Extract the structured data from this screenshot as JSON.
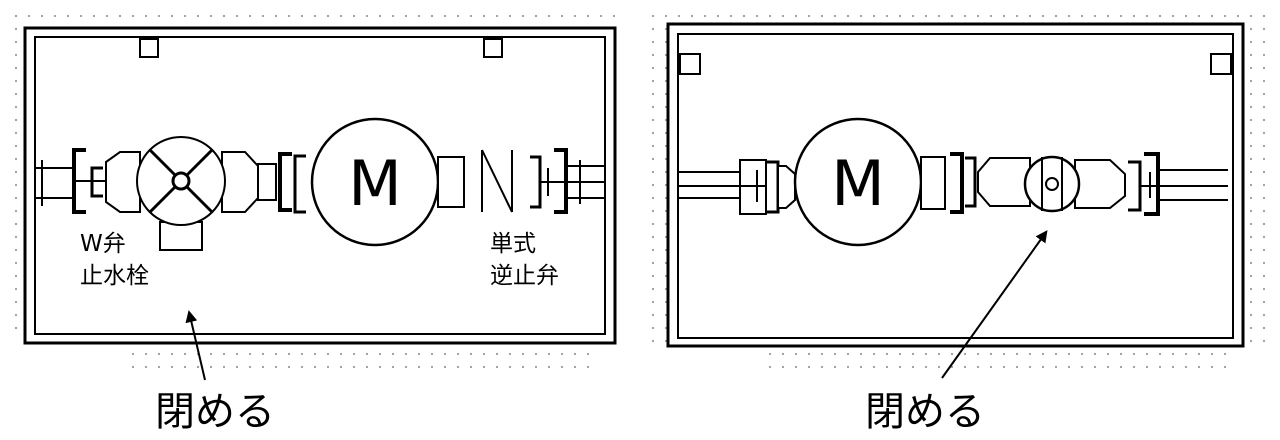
{
  "left_panel": {
    "meter_letter": "M",
    "w_valve_label_line1": "W弁",
    "w_valve_label_line2": "止水栓",
    "check_valve_label_line1": "単式",
    "check_valve_label_line2": "逆止弁",
    "caption": "閉める"
  },
  "right_panel": {
    "meter_letter": "M",
    "caption": "閉める"
  },
  "colors": {
    "stroke": "#000000",
    "dots": "#9a9a9a",
    "background": "#ffffff"
  }
}
